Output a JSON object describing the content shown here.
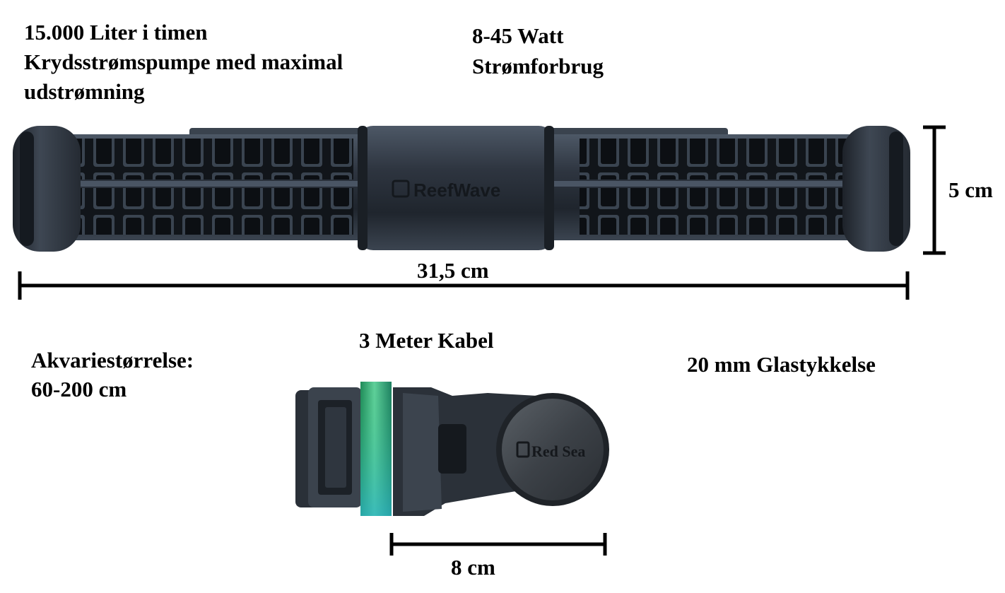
{
  "specs": {
    "flow_line1": "15.000 Liter i timen",
    "flow_line2": "Krydsstrømspumpe med maximal",
    "flow_line3": "udstrømning",
    "power_line1": "8-45 Watt",
    "power_line2": "Strømforbrug",
    "height": "5 cm",
    "length": "31,5 cm",
    "cable": "3 Meter Kabel",
    "aquarium_line1": "Akvariestørrelse:",
    "aquarium_line2": "60-200 cm",
    "glass": "20 mm Glastykkelse",
    "holder_width": "8 cm"
  },
  "logos": {
    "pump_brand": "ReefWave",
    "holder_brand": "Red Sea"
  },
  "colors": {
    "pump_body": "#2b323c",
    "pump_highlight": "#4a5564",
    "glass": "#2fa86a",
    "glass_light": "#6fd6a8"
  }
}
